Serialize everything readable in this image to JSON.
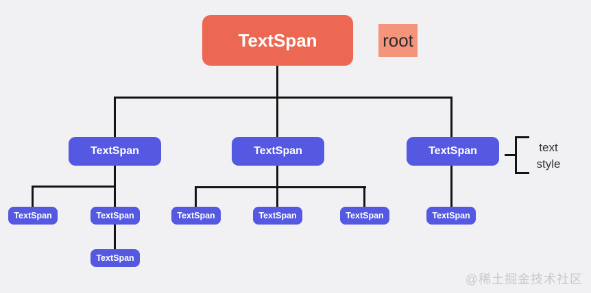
{
  "page": {
    "background": "#f1f1f3",
    "watermark": "@稀土掘金技术社区"
  },
  "colors": {
    "root_fill": "#ed6853",
    "root_tag_fill": "#f3947b",
    "node_fill": "#5558e0",
    "line": "#141414",
    "annotation_color": "#333333",
    "watermark_color": "#c9c9cd"
  },
  "tree": {
    "root": {
      "label": "TextSpan"
    },
    "root_tag": "root",
    "level2": [
      {
        "label": "TextSpan"
      },
      {
        "label": "TextSpan"
      },
      {
        "label": "TextSpan"
      }
    ],
    "level3": [
      {
        "label": "TextSpan"
      },
      {
        "label": "TextSpan"
      },
      {
        "label": "TextSpan"
      },
      {
        "label": "TextSpan"
      },
      {
        "label": "TextSpan"
      },
      {
        "label": "TextSpan"
      }
    ],
    "level4": [
      {
        "label": "TextSpan"
      }
    ]
  },
  "annotation": {
    "line1": "text",
    "line2": "style"
  }
}
